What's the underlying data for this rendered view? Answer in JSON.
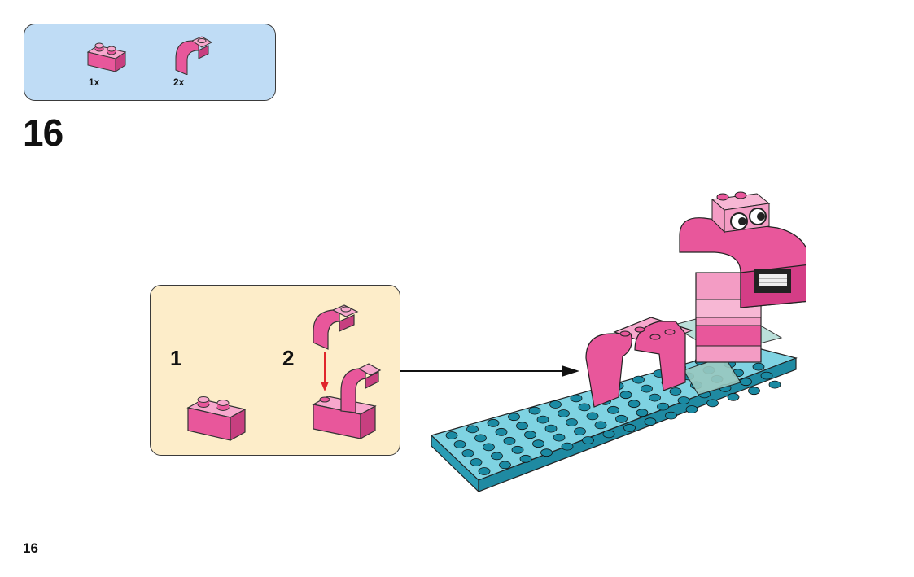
{
  "parts_list": {
    "items": [
      {
        "icon": "pink-brick-1x2-icon",
        "quantity": "1x"
      },
      {
        "icon": "pink-curved-slope-icon",
        "quantity": "2x"
      }
    ]
  },
  "step": {
    "number": "16"
  },
  "sub_steps": [
    {
      "label": "1"
    },
    {
      "label": "2"
    }
  ],
  "colors": {
    "parts_box": "#bfdcf5",
    "sub_box": "#fdedc9",
    "pink": "#e8579b",
    "light_pink": "#f3a6c8",
    "baseplate": "#33b3cc",
    "arrow_red": "#e0262b"
  },
  "page": {
    "number": "16"
  }
}
